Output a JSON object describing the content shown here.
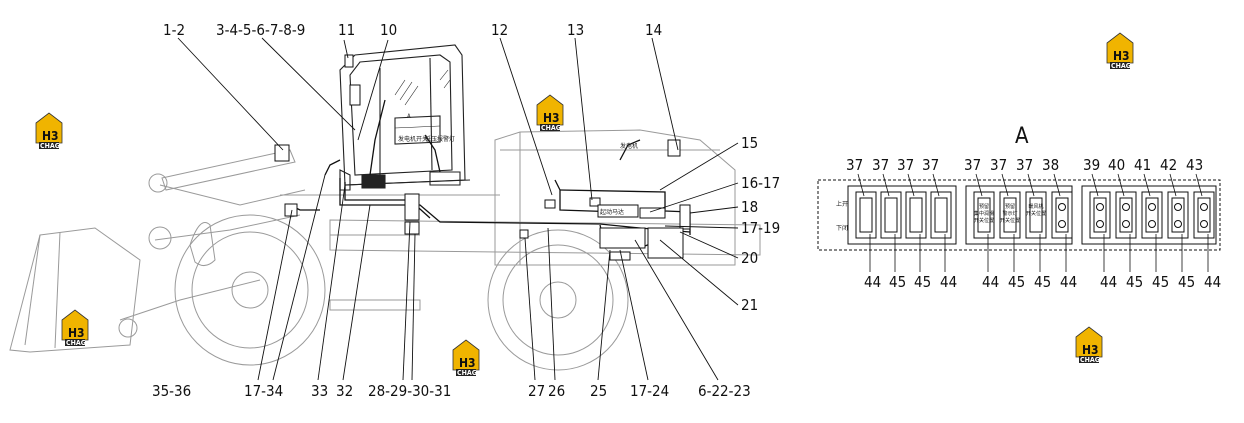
{
  "diagram": {
    "callouts_top": [
      "1-2",
      "3-4-5-6-7-8-9",
      "11",
      "10",
      "12",
      "13",
      "14"
    ],
    "callouts_right": [
      "15",
      "16-17",
      "18",
      "17-19",
      "20",
      "21"
    ],
    "callouts_bottom": [
      "35-36",
      "17-34",
      "33",
      "32",
      "28-29-30-31",
      "27",
      "26",
      "25",
      "17-24",
      "6-22-23"
    ],
    "view_label": "A",
    "cab_labels": [
      "A",
      "发电机开关",
      "低压报警灯"
    ],
    "body_labels": [
      "发电机",
      "起动马达"
    ]
  },
  "panel": {
    "title": "A",
    "side_labels": [
      "上开",
      "下闭"
    ],
    "group1": {
      "top": [
        "37",
        "37",
        "37",
        "37"
      ],
      "bottom": [
        "44",
        "45",
        "45",
        "44"
      ]
    },
    "group2": {
      "top": [
        "37",
        "37",
        "37",
        "38"
      ],
      "bottom": [
        "44",
        "45",
        "45",
        "44"
      ],
      "switch_texts": [
        "预留\n集中润滑\n开关位置",
        "预留\n警示灯\n开关位置",
        "暖风机\n开关位置"
      ]
    },
    "group3": {
      "top": [
        "39",
        "40",
        "41",
        "42",
        "43"
      ],
      "bottom": [
        "44",
        "45",
        "45",
        "45",
        "44"
      ]
    }
  },
  "watermark": {
    "letters": "H3",
    "brand": "CHAG",
    "color": "#f0b400"
  }
}
